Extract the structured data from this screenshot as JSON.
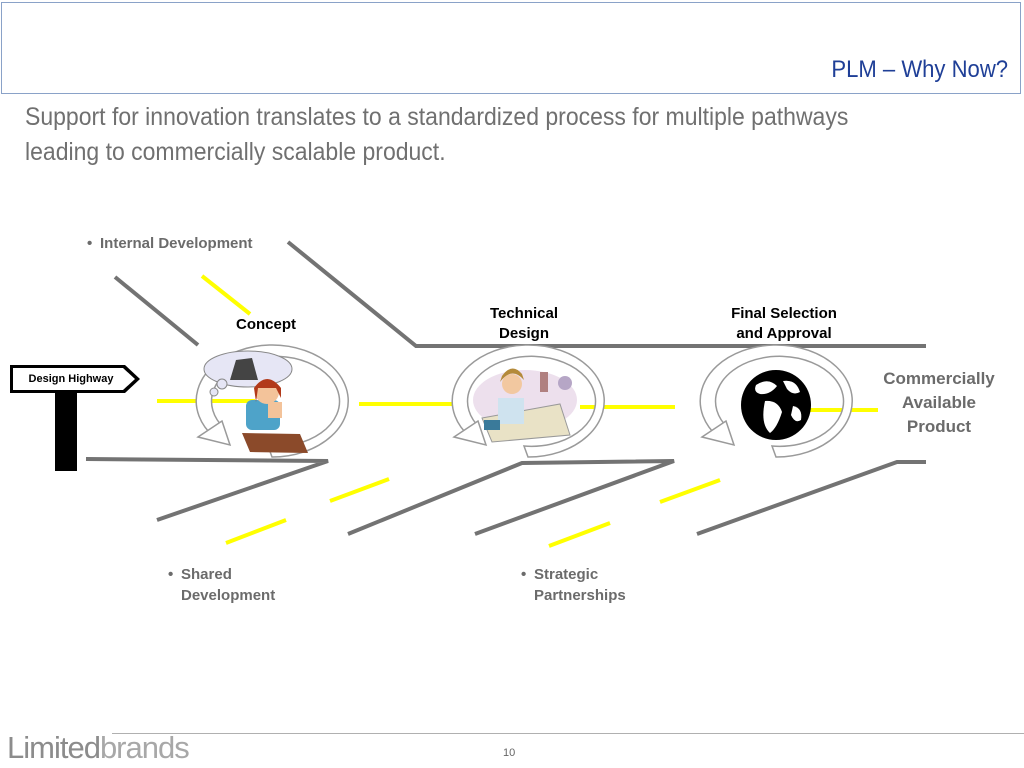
{
  "slide": {
    "title": "PLM – Why Now?",
    "subtitle": "Support for innovation translates to a standardized process for  multiple pathways leading to commercially scalable product."
  },
  "diagram": {
    "sign_label": "Design Highway",
    "stages": [
      {
        "label": "Concept",
        "icon": "concept-woman-thinking-clipart"
      },
      {
        "label_line1": "Technical",
        "label_line2": "Design",
        "icon": "technical-design-drafting-clipart"
      },
      {
        "label_line1": "Final Selection",
        "label_line2": "and Approval",
        "icon": "globe-icon"
      }
    ],
    "outcome": {
      "line1": "Commercially",
      "line2": "Available",
      "line3": "Product"
    },
    "pathways": {
      "internal": {
        "line1": "Internal Development"
      },
      "shared": {
        "line1": "Shared",
        "line2": "Development"
      },
      "strategic": {
        "line1": "Strategic",
        "line2": "Partnerships"
      }
    },
    "colors": {
      "road": "#707070",
      "lane": "#ffff00",
      "cycle": "#9a9a9a"
    }
  },
  "footer": {
    "brand_part1": "Limited",
    "brand_part2": "brands",
    "page_number": "10"
  }
}
